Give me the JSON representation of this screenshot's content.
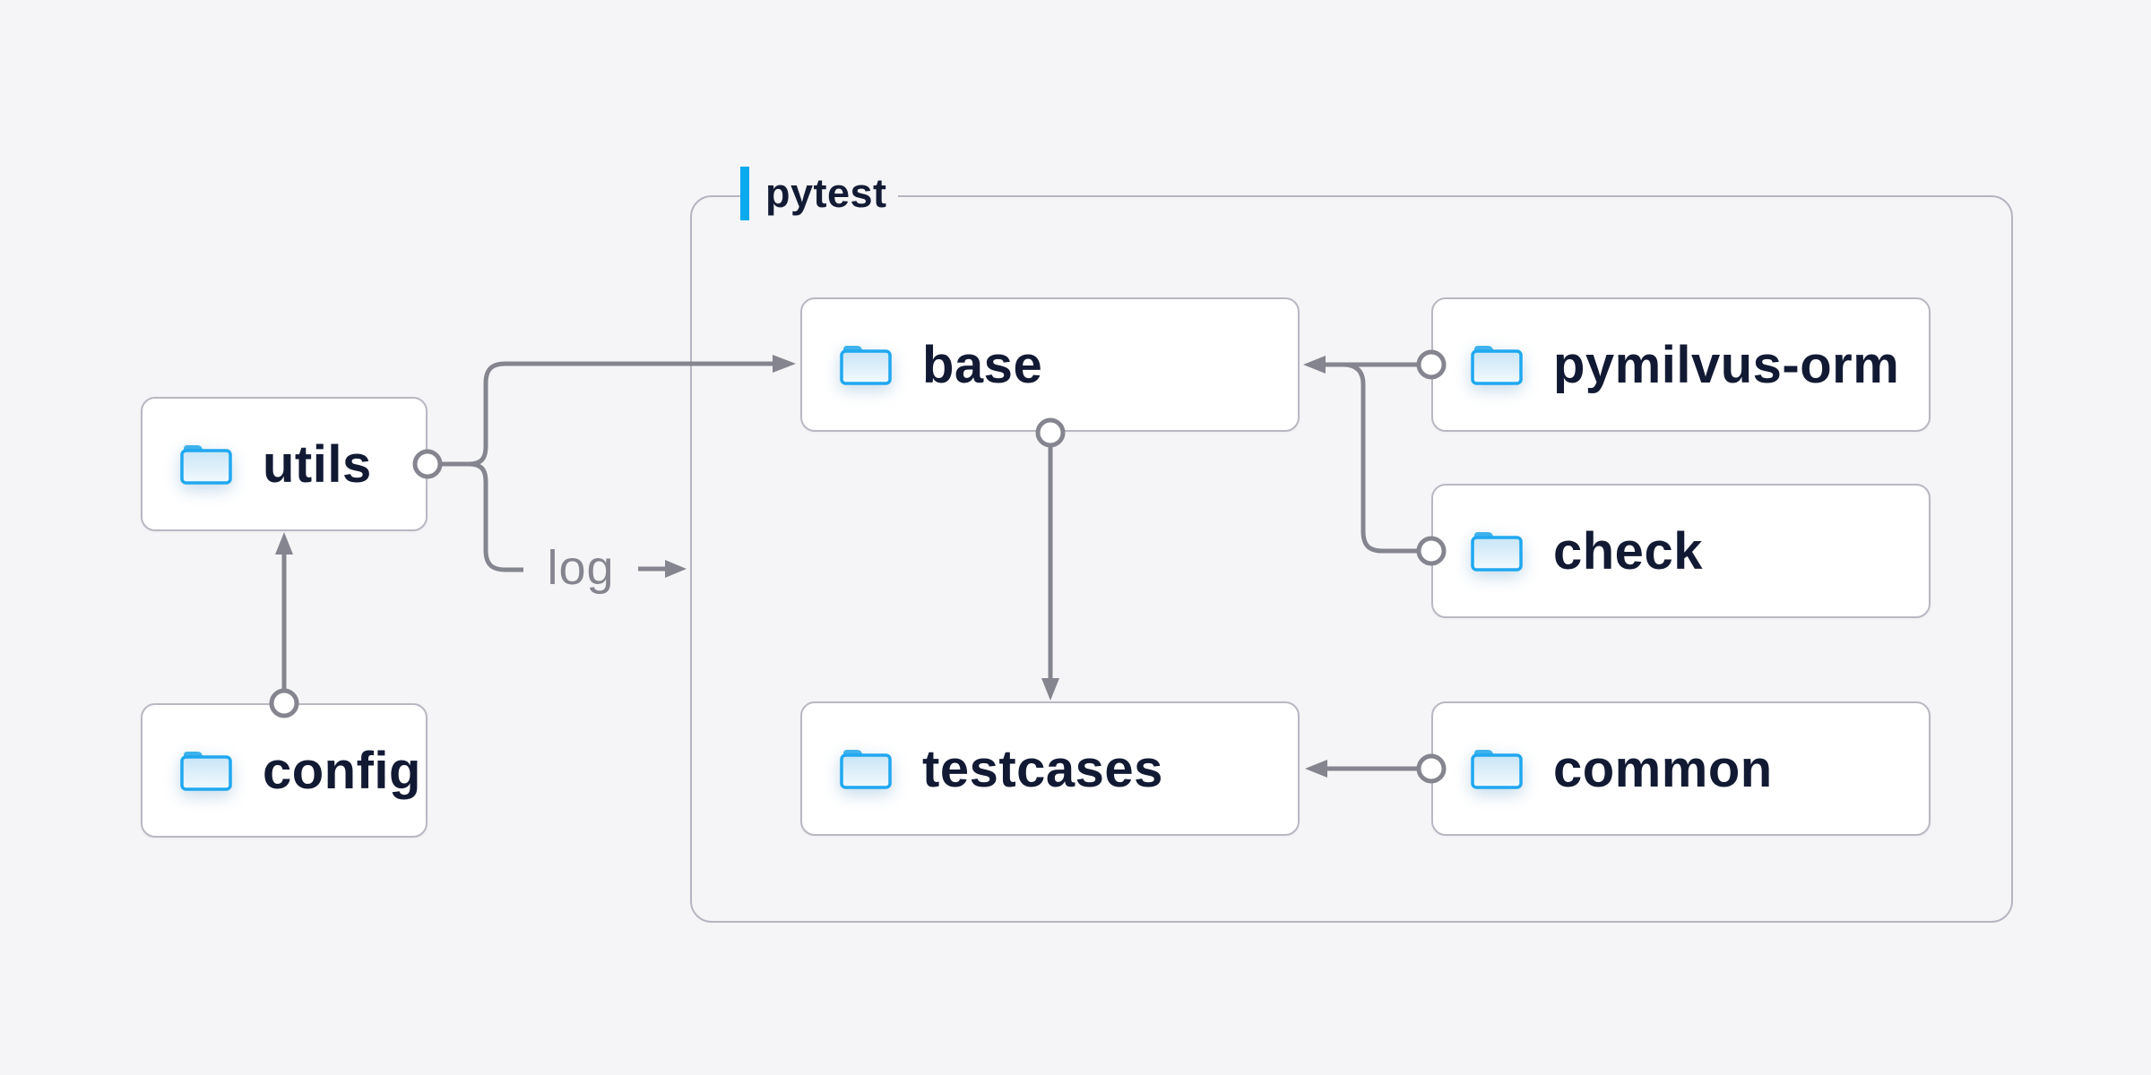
{
  "group": {
    "label": "pytest"
  },
  "nodes": {
    "utils": {
      "label": "utils"
    },
    "config": {
      "label": "config"
    },
    "base": {
      "label": "base"
    },
    "testcases": {
      "label": "testcases"
    },
    "pymilvus_orm": {
      "label": "pymilvus-orm"
    },
    "check": {
      "label": "check"
    },
    "common": {
      "label": "common"
    }
  },
  "edges": [
    {
      "from": "config",
      "to": "utils",
      "label": ""
    },
    {
      "from": "utils",
      "to": "base",
      "label": ""
    },
    {
      "from": "utils",
      "to": "pytest-group",
      "label": "log"
    },
    {
      "from": "base",
      "to": "testcases",
      "label": ""
    },
    {
      "from": "pymilvus-orm",
      "to": "base",
      "label": ""
    },
    {
      "from": "check",
      "to": "base",
      "label": ""
    },
    {
      "from": "common",
      "to": "testcases",
      "label": ""
    }
  ],
  "colors": {
    "background": "#f5f5f7",
    "node_background": "#ffffff",
    "node_border": "#b8b8c3",
    "node_text": "#121a33",
    "group_border": "#b5b5c1",
    "group_accent_bar": "#0ba9ee",
    "connector": "#85858f",
    "folder_blue": "#1fa8f0",
    "folder_fill": "#dcEEfa"
  }
}
